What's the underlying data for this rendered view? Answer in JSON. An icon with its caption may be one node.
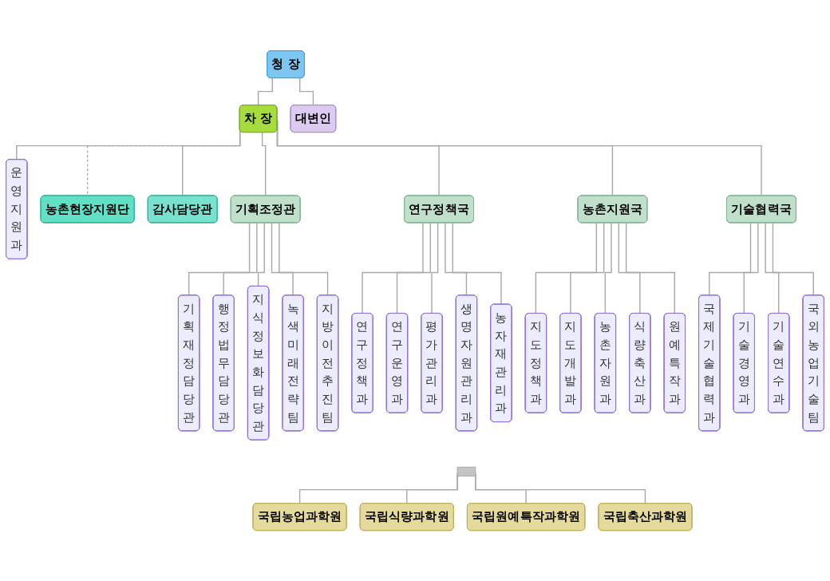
{
  "diagram": {
    "nodes": [
      {
        "text": [
          "청 장"
        ]
      },
      {
        "text": [
          "대변인"
        ]
      },
      {
        "text": [
          "차 장"
        ]
      },
      {
        "text": [
          "농촌현장지원단"
        ]
      },
      {
        "text": [
          "감사담당관"
        ]
      },
      {
        "text": [
          "운영지원과"
        ]
      },
      {
        "text": [
          "기획조정관"
        ]
      },
      {
        "text": [
          "기획재정담당관"
        ]
      },
      {
        "text": [
          "행정법무담당관"
        ]
      },
      {
        "text": [
          "지식정보화담당관"
        ]
      },
      {
        "text": [
          "녹색미래전략팀"
        ]
      },
      {
        "text": [
          "지방이전추진팀"
        ]
      },
      {
        "text": [
          "연구정책국"
        ]
      },
      {
        "text": [
          "연구정책과"
        ]
      },
      {
        "text": [
          "연구운영과"
        ]
      },
      {
        "text": [
          "평가관리과"
        ]
      },
      {
        "text": [
          "생명자원관리과"
        ]
      },
      {
        "text": [
          "농자재관리과"
        ]
      },
      {
        "text": [
          "농촌지원국"
        ]
      },
      {
        "text": [
          "지도정책과"
        ]
      },
      {
        "text": [
          "지도개발과"
        ]
      },
      {
        "text": [
          "농촌자원과"
        ]
      },
      {
        "text": [
          "식량축산과"
        ]
      },
      {
        "text": [
          "원예특작과"
        ]
      },
      {
        "text": [
          "기술협력국"
        ]
      },
      {
        "text": [
          "국제기술협력과"
        ]
      },
      {
        "text": [
          "기술경영과"
        ]
      },
      {
        "text": [
          "기술연수과"
        ]
      },
      {
        "text": [
          "국외농업기술팀"
        ]
      },
      {
        "text": [],
        "shape": "bar"
      },
      {
        "text": [
          "국립농업과학원"
        ]
      },
      {
        "text": [
          "국립식량과학원"
        ]
      },
      {
        "text": [
          "국립원예특작과학원"
        ]
      },
      {
        "text": [
          "국립축산과학원"
        ]
      }
    ],
    "edges": [
      {
        "from": 0,
        "to": 1,
        "arrow": "none"
      },
      {
        "from": 0,
        "to": 2,
        "arrow": "none"
      },
      {
        "from": 2,
        "to": 3,
        "arrow": "none",
        "style": "dashed"
      },
      {
        "from": 2,
        "to": 4,
        "arrow": "none"
      },
      {
        "from": 2,
        "to": 5,
        "arrow": "none"
      },
      {
        "from": 2,
        "to": 6,
        "arrow": "none"
      },
      {
        "from": 2,
        "to": 12,
        "arrow": "none"
      },
      {
        "from": 2,
        "to": 18,
        "arrow": "none"
      },
      {
        "from": 2,
        "to": 24,
        "arrow": "none"
      },
      {
        "from": 6,
        "to": 7,
        "arrow": "none"
      },
      {
        "from": 6,
        "to": 8,
        "arrow": "none"
      },
      {
        "from": 6,
        "to": 9,
        "arrow": "none"
      },
      {
        "from": 6,
        "to": 10,
        "arrow": "none"
      },
      {
        "from": 6,
        "to": 11,
        "arrow": "none"
      },
      {
        "from": 12,
        "to": 13,
        "arrow": "none"
      },
      {
        "from": 12,
        "to": 14,
        "arrow": "none"
      },
      {
        "from": 12,
        "to": 15,
        "arrow": "none"
      },
      {
        "from": 12,
        "to": 16,
        "arrow": "none"
      },
      {
        "from": 12,
        "to": 17,
        "arrow": "none"
      },
      {
        "from": 18,
        "to": 19,
        "arrow": "none"
      },
      {
        "from": 18,
        "to": 20,
        "arrow": "none"
      },
      {
        "from": 18,
        "to": 21,
        "arrow": "none"
      },
      {
        "from": 18,
        "to": 22,
        "arrow": "none"
      },
      {
        "from": 18,
        "to": 23,
        "arrow": "none"
      },
      {
        "from": 24,
        "to": 25,
        "arrow": "none"
      },
      {
        "from": 24,
        "to": 26,
        "arrow": "none"
      },
      {
        "from": 24,
        "to": 27,
        "arrow": "none"
      },
      {
        "from": 24,
        "to": 28,
        "arrow": "none"
      },
      {
        "from": 29,
        "to": 30,
        "arrow": "none"
      },
      {
        "from": 29,
        "to": 31,
        "arrow": "none"
      },
      {
        "from": 29,
        "to": 32,
        "arrow": "none"
      },
      {
        "from": 29,
        "to": 33,
        "arrow": "none"
      }
    ]
  }
}
